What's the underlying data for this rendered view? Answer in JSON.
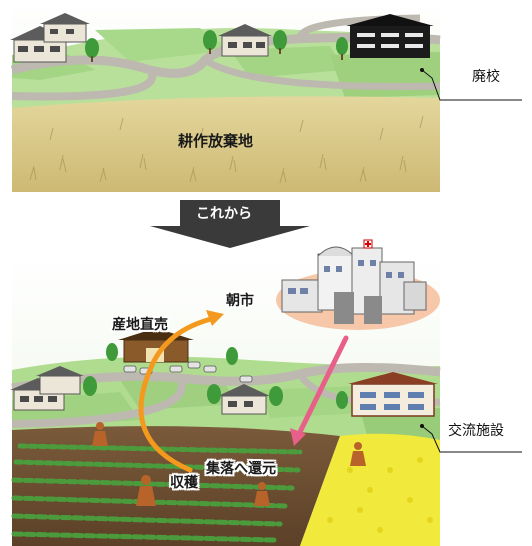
{
  "before": {
    "fallow_label": "耕作放棄地",
    "closed_school_label": "廃校"
  },
  "transition": {
    "label": "これから"
  },
  "after": {
    "morning_market_label": "朝市",
    "direct_sales_label": "産地直売",
    "harvest_label": "収穫",
    "return_label": "集落へ還元",
    "exchange_facility_label": "交流施設"
  },
  "colors": {
    "field_fallow": "#d9c98a",
    "grass": "#a9d88a",
    "road": "#b9b4ad",
    "arrow_dark": "#3a3a3a",
    "arrow_orange": "#f39a1e",
    "arrow_pink": "#e8608a",
    "market_blob": "#f6c7a8",
    "rapeseed": "#f1ea3c"
  }
}
